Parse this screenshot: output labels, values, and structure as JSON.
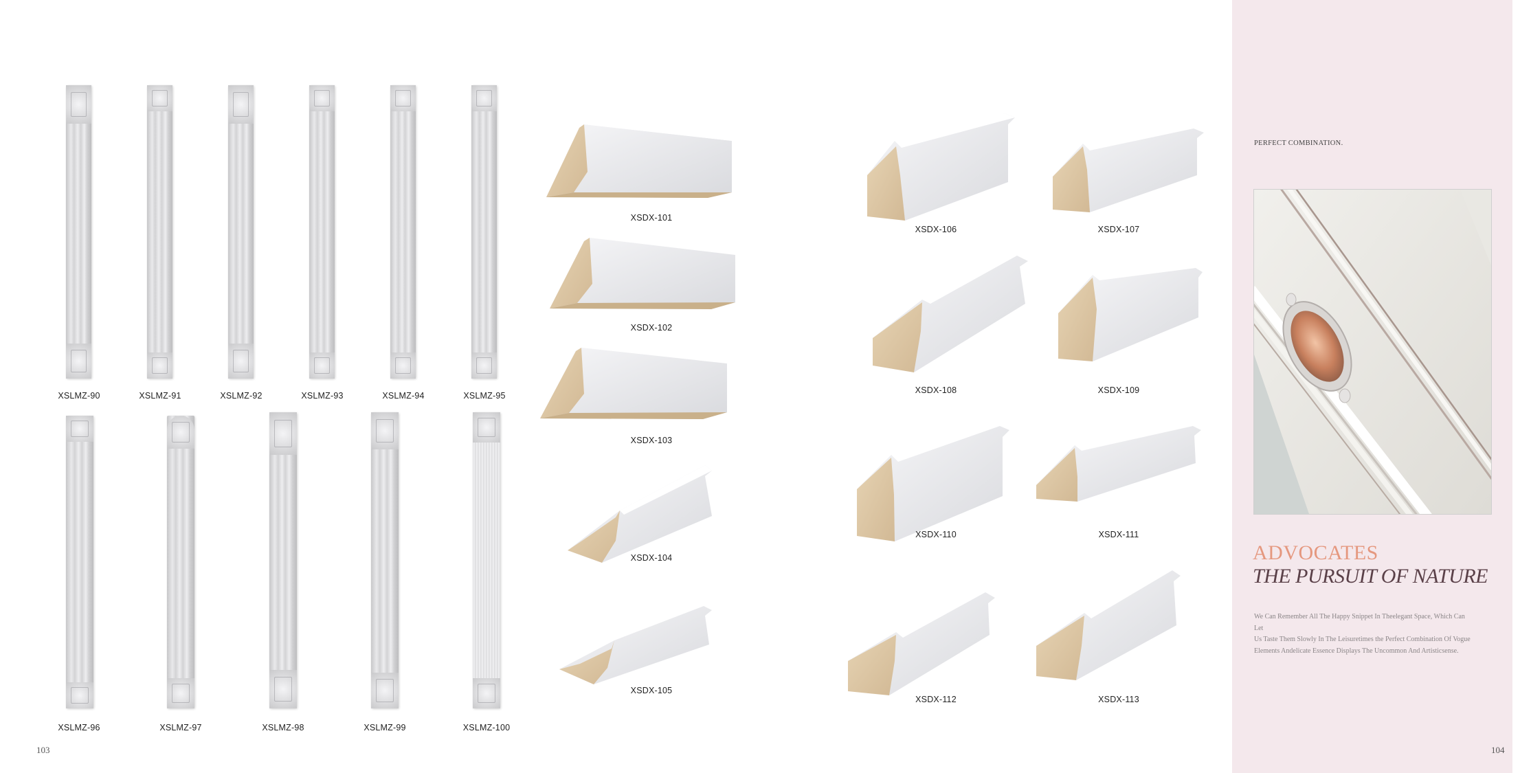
{
  "pages": {
    "left_number": "103",
    "right_number": "104"
  },
  "pilasters_row1": [
    {
      "code": "XSLMZ-90"
    },
    {
      "code": "XSLMZ-91"
    },
    {
      "code": "XSLMZ-92"
    },
    {
      "code": "XSLMZ-93"
    },
    {
      "code": "XSLMZ-94"
    },
    {
      "code": "XSLMZ-95"
    }
  ],
  "pilasters_row2": [
    {
      "code": "XSLMZ-96"
    },
    {
      "code": "XSLMZ-97"
    },
    {
      "code": "XSLMZ-98"
    },
    {
      "code": "XSLMZ-99"
    },
    {
      "code": "XSLMZ-100"
    }
  ],
  "moldings_col1": [
    {
      "code": "XSDX-101"
    },
    {
      "code": "XSDX-102"
    },
    {
      "code": "XSDX-103"
    },
    {
      "code": "XSDX-104"
    },
    {
      "code": "XSDX-105"
    }
  ],
  "moldings_grid": [
    {
      "code": "XSDX-106"
    },
    {
      "code": "XSDX-107"
    },
    {
      "code": "XSDX-108"
    },
    {
      "code": "XSDX-109"
    },
    {
      "code": "XSDX-110"
    },
    {
      "code": "XSDX-111"
    },
    {
      "code": "XSDX-112"
    },
    {
      "code": "XSDX-113"
    }
  ],
  "side": {
    "tag": "PERFECT COMBINATION.",
    "heading_1": "ADVOCATES",
    "heading_2": "THE PURSUIT OF NATURE",
    "body_lines": [
      "We Can Remember All The Happy Snippet In Theelegant Space, Which Can Let",
      "Us Taste Them Slowly In The Leisuretimes the Perfect Combination Of Vogue",
      "Elements Andelicate Essence Displays The Uncommon And Artisticsense."
    ]
  },
  "colors": {
    "panel_bg": "#f4e8ec",
    "accent": "#e5987f",
    "heading_dark": "#5a4048",
    "wood": "#dcc7a6"
  }
}
